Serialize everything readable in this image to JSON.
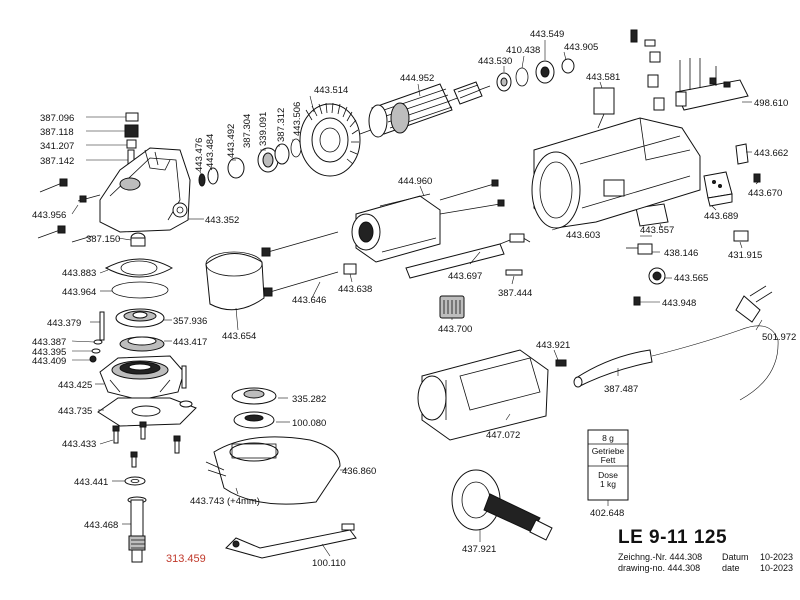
{
  "model": "LE 9-11 125",
  "drawing_info": {
    "de_label": "Zeichng.-Nr.",
    "de_number": "444.308",
    "de_date_label": "Datum",
    "de_date": "10-2023",
    "en_label": "drawing-no.",
    "en_number": "444.308",
    "en_date_label": "date",
    "en_date": "10-2023"
  },
  "grease_jar": {
    "weight": "8 g",
    "line1": "Getriebe",
    "line2": "Fett",
    "line3": "Dose",
    "line4": "1 kg"
  },
  "highlight_color": "#c0392b",
  "part_numbers": {
    "p387096": "387.096",
    "p387118": "387.118",
    "p341207": "341.207",
    "p387142": "387.142",
    "p443956": "443.956",
    "p387150": "387.150",
    "p443883": "443.883",
    "p443964": "443.964",
    "p443379": "443.379",
    "p443387": "443.387",
    "p443395": "443.395",
    "p443409": "443.409",
    "p443425": "443.425",
    "p443735": "443.735",
    "p443433": "443.433",
    "p443441": "443.441",
    "p443468": "443.468",
    "p313459": "313.459",
    "p443476": "443.476",
    "p443484": "443.484",
    "p443492": "443.492",
    "p387304": "387.304",
    "p339091": "339.091",
    "p387312": "387.312",
    "p443506": "443.506",
    "p443514": "443.514",
    "p443352": "443.352",
    "p357936": "357.936",
    "p443417": "443.417",
    "p443654": "443.654",
    "p443646": "443.646",
    "p443638": "443.638",
    "p335282": "335.282",
    "p100080": "100.080",
    "p436860": "436.860",
    "p443743": "443.743 (+4mm)",
    "p100110": "100.110",
    "p444952": "444.952",
    "p443530": "443.530",
    "p410438": "410.438",
    "p443549": "443.549",
    "p443905": "443.905",
    "p443581": "443.581",
    "p498610": "498.610",
    "p443662": "443.662",
    "p443670": "443.670",
    "p443689": "443.689",
    "p443603": "443.603",
    "p443557": "443.557",
    "p438146": "438.146",
    "p431915": "431.915",
    "p443565": "443.565",
    "p443948": "443.948",
    "p444960": "444.960",
    "p443697": "443.697",
    "p387444": "387.444",
    "p443700": "443.700",
    "p443921": "443.921",
    "p501972": "501.972",
    "p387487": "387.487",
    "p447072": "447.072",
    "p402648": "402.648",
    "p437921": "437.921"
  }
}
